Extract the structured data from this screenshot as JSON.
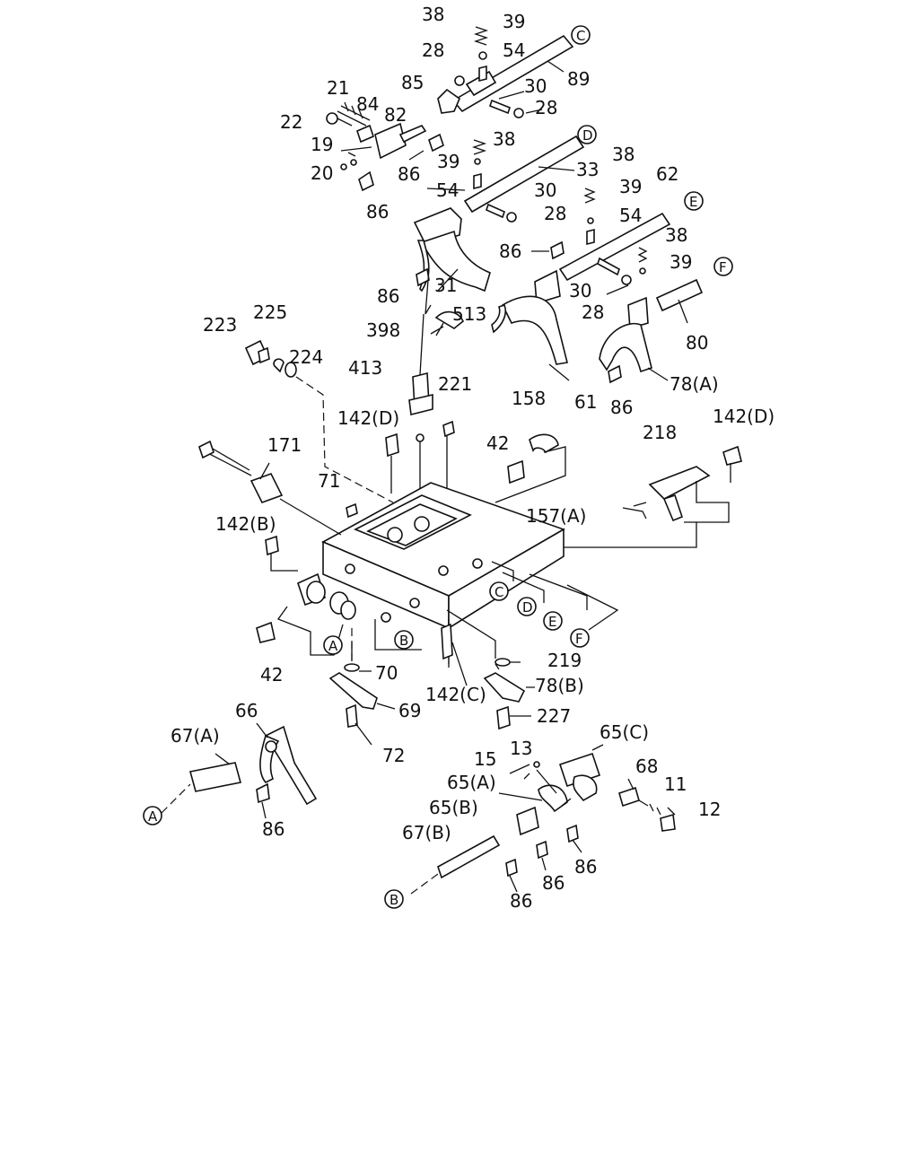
{
  "labels": [
    {
      "id": "l38a",
      "text": "38"
    },
    {
      "id": "l39a",
      "text": "39"
    },
    {
      "id": "l28a",
      "text": "28"
    },
    {
      "id": "l54a",
      "text": "54"
    },
    {
      "id": "l89",
      "text": "89"
    },
    {
      "id": "l85",
      "text": "85"
    },
    {
      "id": "l30a",
      "text": "30"
    },
    {
      "id": "l28b",
      "text": "28"
    },
    {
      "id": "l21",
      "text": "21"
    },
    {
      "id": "l84",
      "text": "84"
    },
    {
      "id": "l82",
      "text": "82"
    },
    {
      "id": "l22",
      "text": "22"
    },
    {
      "id": "l19",
      "text": "19"
    },
    {
      "id": "l20",
      "text": "20"
    },
    {
      "id": "l86a",
      "text": "86"
    },
    {
      "id": "l86b",
      "text": "86"
    },
    {
      "id": "l38b",
      "text": "38"
    },
    {
      "id": "l39b",
      "text": "39"
    },
    {
      "id": "l33",
      "text": "33"
    },
    {
      "id": "l54b",
      "text": "54"
    },
    {
      "id": "l30b",
      "text": "30"
    },
    {
      "id": "l28c",
      "text": "28"
    },
    {
      "id": "l38c",
      "text": "38"
    },
    {
      "id": "l39c",
      "text": "39"
    },
    {
      "id": "l62",
      "text": "62"
    },
    {
      "id": "l54c",
      "text": "54"
    },
    {
      "id": "l38d",
      "text": "38"
    },
    {
      "id": "l39d",
      "text": "39"
    },
    {
      "id": "l86c",
      "text": "86"
    },
    {
      "id": "l86d",
      "text": "86"
    },
    {
      "id": "l31",
      "text": "31"
    },
    {
      "id": "l30c",
      "text": "30"
    },
    {
      "id": "l28d",
      "text": "28"
    },
    {
      "id": "l513",
      "text": "513"
    },
    {
      "id": "l80",
      "text": "80"
    },
    {
      "id": "l61",
      "text": "61"
    },
    {
      "id": "l78a",
      "text": "78(A)"
    },
    {
      "id": "l86e",
      "text": "86"
    },
    {
      "id": "l223",
      "text": "223"
    },
    {
      "id": "l225",
      "text": "225"
    },
    {
      "id": "l224",
      "text": "224"
    },
    {
      "id": "l398",
      "text": "398"
    },
    {
      "id": "l413",
      "text": "413"
    },
    {
      "id": "l221",
      "text": "221"
    },
    {
      "id": "l158",
      "text": "158"
    },
    {
      "id": "l142d1",
      "text": "142(D)"
    },
    {
      "id": "l142d2",
      "text": "142(D)"
    },
    {
      "id": "l42a",
      "text": "42"
    },
    {
      "id": "l171",
      "text": "171"
    },
    {
      "id": "l218",
      "text": "218"
    },
    {
      "id": "l71",
      "text": "71"
    },
    {
      "id": "l157a",
      "text": "157(A)"
    },
    {
      "id": "l142b",
      "text": "142(B)"
    },
    {
      "id": "l42b",
      "text": "42"
    },
    {
      "id": "l70",
      "text": "70"
    },
    {
      "id": "l219",
      "text": "219"
    },
    {
      "id": "l142c",
      "text": "142(C)"
    },
    {
      "id": "l78b",
      "text": "78(B)"
    },
    {
      "id": "l69",
      "text": "69"
    },
    {
      "id": "l227",
      "text": "227"
    },
    {
      "id": "l72",
      "text": "72"
    },
    {
      "id": "l66",
      "text": "66"
    },
    {
      "id": "l67a",
      "text": "67(A)"
    },
    {
      "id": "l86f",
      "text": "86"
    },
    {
      "id": "l65c",
      "text": "65(C)"
    },
    {
      "id": "l13",
      "text": "13"
    },
    {
      "id": "l15",
      "text": "15"
    },
    {
      "id": "l68",
      "text": "68"
    },
    {
      "id": "l65a",
      "text": "65(A)"
    },
    {
      "id": "l11",
      "text": "11"
    },
    {
      "id": "l12",
      "text": "12"
    },
    {
      "id": "l65b",
      "text": "65(B)"
    },
    {
      "id": "l67b",
      "text": "67(B)"
    },
    {
      "id": "l86g",
      "text": "86"
    },
    {
      "id": "l86h",
      "text": "86"
    },
    {
      "id": "l86i",
      "text": "86"
    }
  ],
  "circled": [
    {
      "id": "cC1",
      "text": "C"
    },
    {
      "id": "cD1",
      "text": "D"
    },
    {
      "id": "cE1",
      "text": "E"
    },
    {
      "id": "cF1",
      "text": "F"
    },
    {
      "id": "cC2",
      "text": "C"
    },
    {
      "id": "cD2",
      "text": "D"
    },
    {
      "id": "cE2",
      "text": "E"
    },
    {
      "id": "cF2",
      "text": "F"
    },
    {
      "id": "cA1",
      "text": "A"
    },
    {
      "id": "cB1",
      "text": "B"
    },
    {
      "id": "cA2",
      "text": "A"
    },
    {
      "id": "cB2",
      "text": "B"
    }
  ]
}
